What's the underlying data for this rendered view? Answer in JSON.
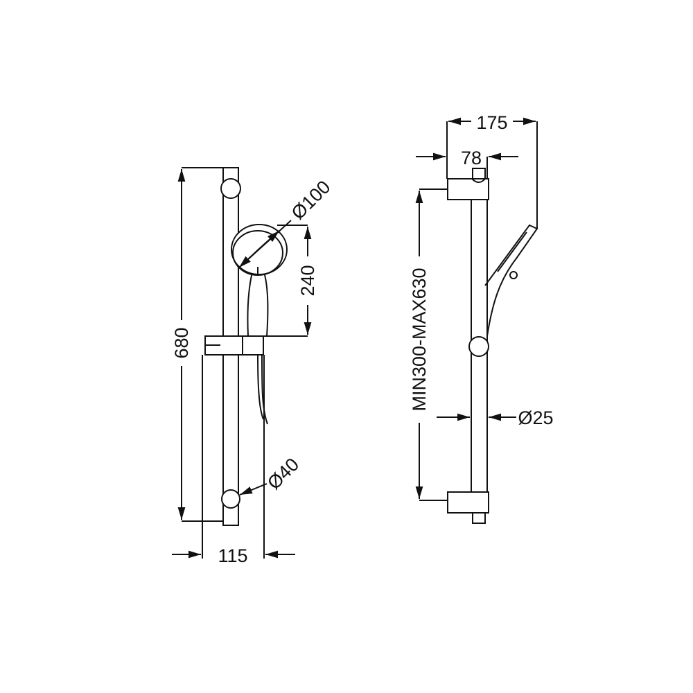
{
  "front_view": {
    "total_height": "680",
    "head_to_slider": "240",
    "head_diameter": "Ø100",
    "bracket_diameter": "Ø40",
    "projection": "115"
  },
  "side_view": {
    "total_depth": "175",
    "bracket_depth": "78",
    "bracket_spacing": "MIN300-MAX630",
    "rail_diameter": "Ø25"
  },
  "colors": {
    "line": "#111111",
    "background": "#ffffff"
  }
}
